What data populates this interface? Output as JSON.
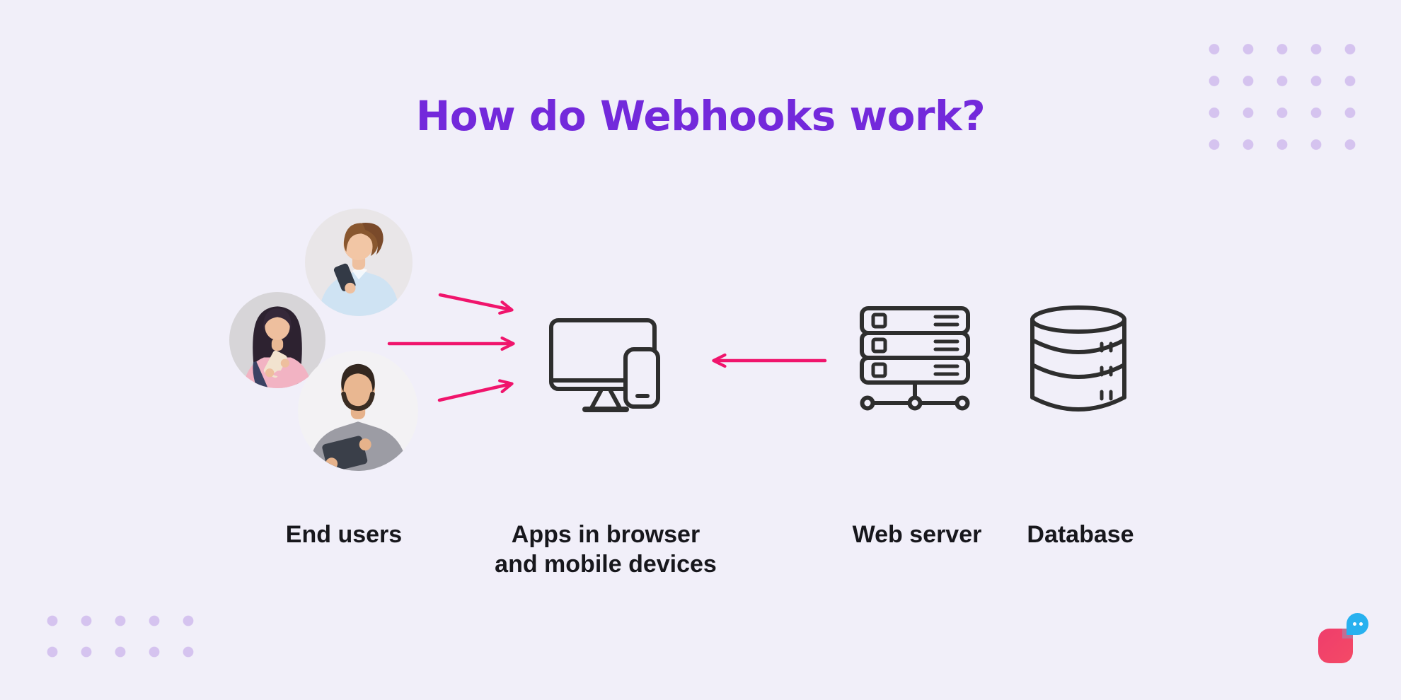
{
  "title": "How do Webhooks work?",
  "diagram": {
    "end_users": {
      "label": "End users",
      "icon": "end-user-photos"
    },
    "apps": {
      "label_line1": "Apps in browser",
      "label_line2": "and mobile devices",
      "icon": "monitor-smartphone-icon"
    },
    "web_server": {
      "label": "Web server",
      "icon": "server-rack-icon"
    },
    "database": {
      "label": "Database",
      "icon": "database-cylinder-icon"
    },
    "arrows": [
      {
        "name": "arrow-user-1-to-apps",
        "direction": "right"
      },
      {
        "name": "arrow-user-2-to-apps",
        "direction": "right"
      },
      {
        "name": "arrow-user-3-to-apps",
        "direction": "right"
      },
      {
        "name": "arrow-web-server-to-apps",
        "direction": "left"
      }
    ]
  },
  "colors": {
    "background": "#f1eff9",
    "title_purple": "#7329db",
    "arrow_pink": "#f0146c",
    "icon_stroke": "#2e2e2e",
    "label_text": "#17171c",
    "decor_dots": "#d5c3ef",
    "logo_pink_start": "#ef3d6c",
    "logo_pink_end": "#f44a66",
    "logo_bubble_blue": "#28b1ef"
  },
  "decor": {
    "dots_top_right": {
      "cols": 5,
      "rows": 4
    },
    "dots_bottom_left": {
      "cols": 5,
      "rows": 2
    }
  },
  "logo": {
    "name": "chat-bubble-brand-logo"
  }
}
